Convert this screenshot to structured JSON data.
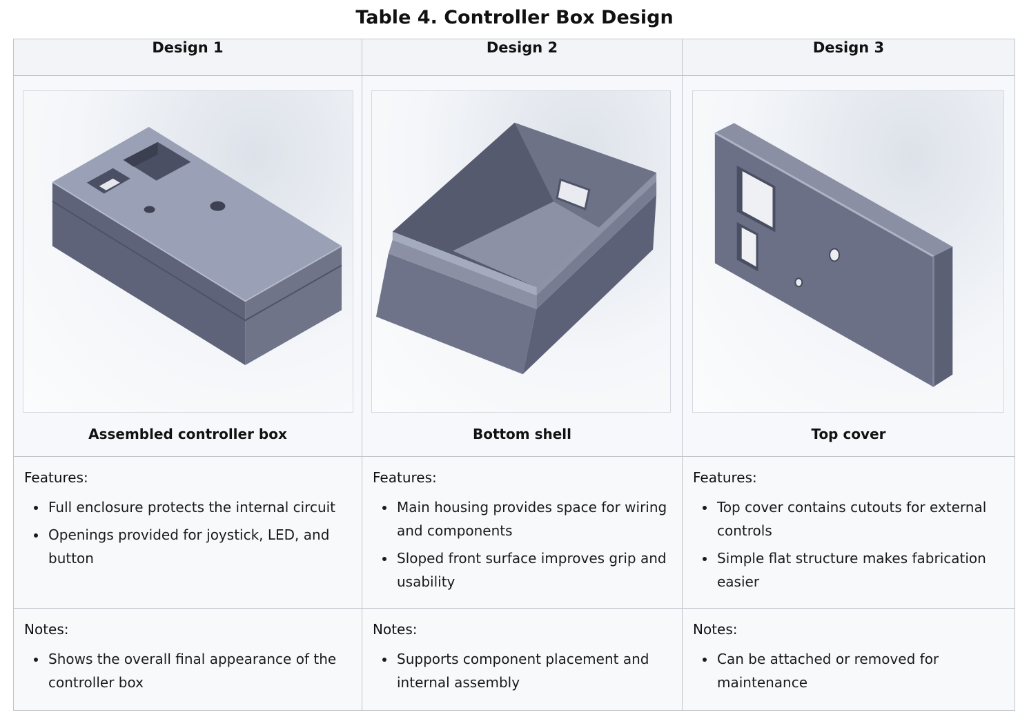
{
  "title": "Table 4. Controller Box Design",
  "columns": [
    {
      "header": "Design 1",
      "caption": "Assembled controller box",
      "image_icon": "assembled-box-3d-render",
      "features_label": "Features:",
      "features": [
        "Full enclosure protects the internal circuit",
        "Openings provided for joystick, LED, and button"
      ],
      "notes_label": "Notes:",
      "notes": [
        "Shows the overall final appearance of the controller box"
      ]
    },
    {
      "header": "Design 2",
      "caption": "Bottom shell",
      "image_icon": "bottom-shell-3d-render",
      "features_label": "Features:",
      "features": [
        "Main housing provides space for wiring and components",
        "Sloped front surface improves grip and usability"
      ],
      "notes_label": "Notes:",
      "notes": [
        "Supports component placement and internal assembly"
      ]
    },
    {
      "header": "Design 3",
      "caption": "Top cover",
      "image_icon": "top-cover-3d-render",
      "features_label": "Features:",
      "features": [
        "Top cover contains cutouts for external controls",
        "Simple flat structure makes fabrication easier"
      ],
      "notes_label": "Notes:",
      "notes": [
        "Can be attached or removed for maintenance"
      ]
    }
  ],
  "colors": {
    "model_face_light": "#9aa0b5",
    "model_face_mid": "#7c8198",
    "model_face_dark": "#5f6379",
    "border": "#bfc4cc"
  }
}
